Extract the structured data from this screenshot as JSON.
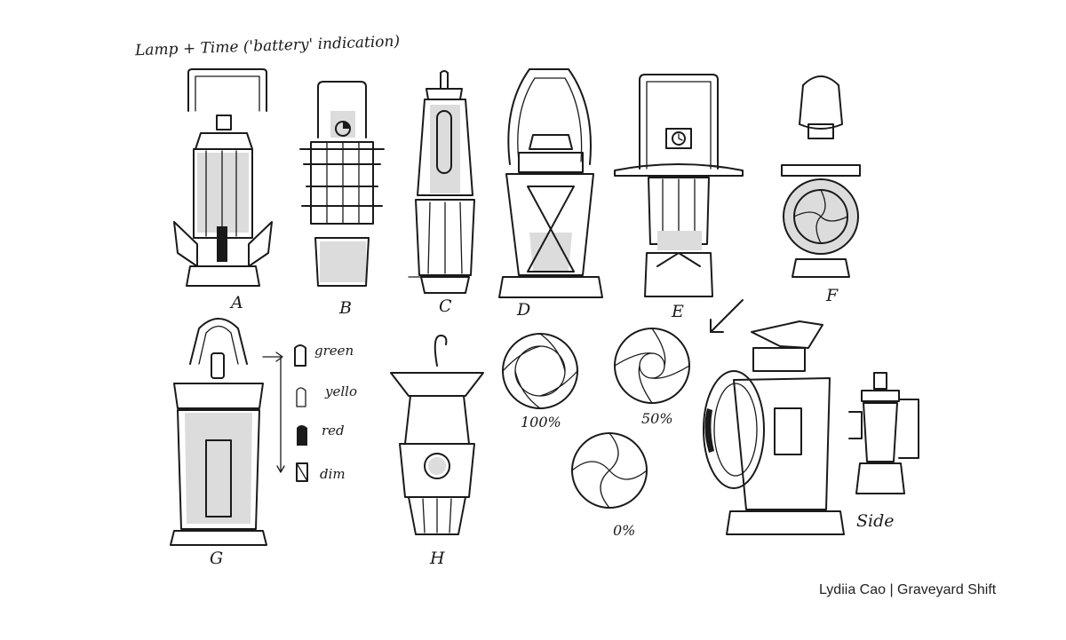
{
  "title": "Lamp + Time ('battery' indication)",
  "lamp_labels": [
    "A",
    "B",
    "C",
    "D",
    "E",
    "F",
    "G",
    "H"
  ],
  "legend": [
    "green",
    "yello",
    "red",
    "dim"
  ],
  "iris_states": [
    "100%",
    "50%",
    "0%"
  ],
  "side_label": "Side",
  "credit": "Lydiia Cao | Graveyard Shift",
  "colors": {
    "ink": "#1a1a1a",
    "shade": "#dcdcdc",
    "paper": "#ffffff"
  }
}
